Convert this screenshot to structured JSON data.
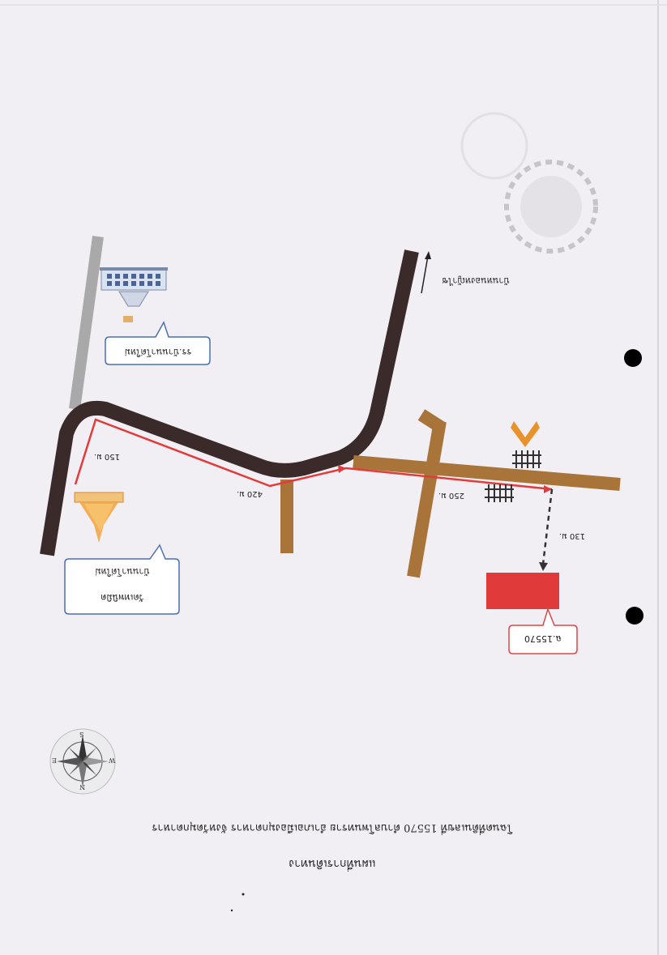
{
  "header": {
    "title": "แผนที่การเดินทาง",
    "subtitle": "โฉนดที่ดินเลขที่ 15570 ตำบลโพนทราย อำเภอเมืองมุกดาหาร จังหวัดมุกดาหาร"
  },
  "labels": {
    "plot": "ฉ.15570",
    "village_direction": "บ้านหนองหญ้าไซ",
    "school": "รร.บ้านนาโด่ใหม่",
    "temple_line1": "วัดเทพนิมิต",
    "temple_line2": "บ้านนาโด่ใหม่"
  },
  "distances": {
    "d1": "150 ม.",
    "d2": "420 ม.",
    "d3": "250 ม.",
    "d4": "130 ม."
  },
  "compass": {
    "n": "N",
    "s": "S",
    "e": "E",
    "w": "W"
  },
  "colors": {
    "main_road": "#3a2a2a",
    "side_road": "#a8743a",
    "gray_road": "#a9a9a9",
    "route": "#e23b3b",
    "plot": "#e03a3a",
    "callout_blue": "#4a6fb8",
    "callout_red": "#d94a4a"
  },
  "icons": [
    "school-icon",
    "temple-icon",
    "railway-icon",
    "compass-icon",
    "punch-hole-icon"
  ]
}
